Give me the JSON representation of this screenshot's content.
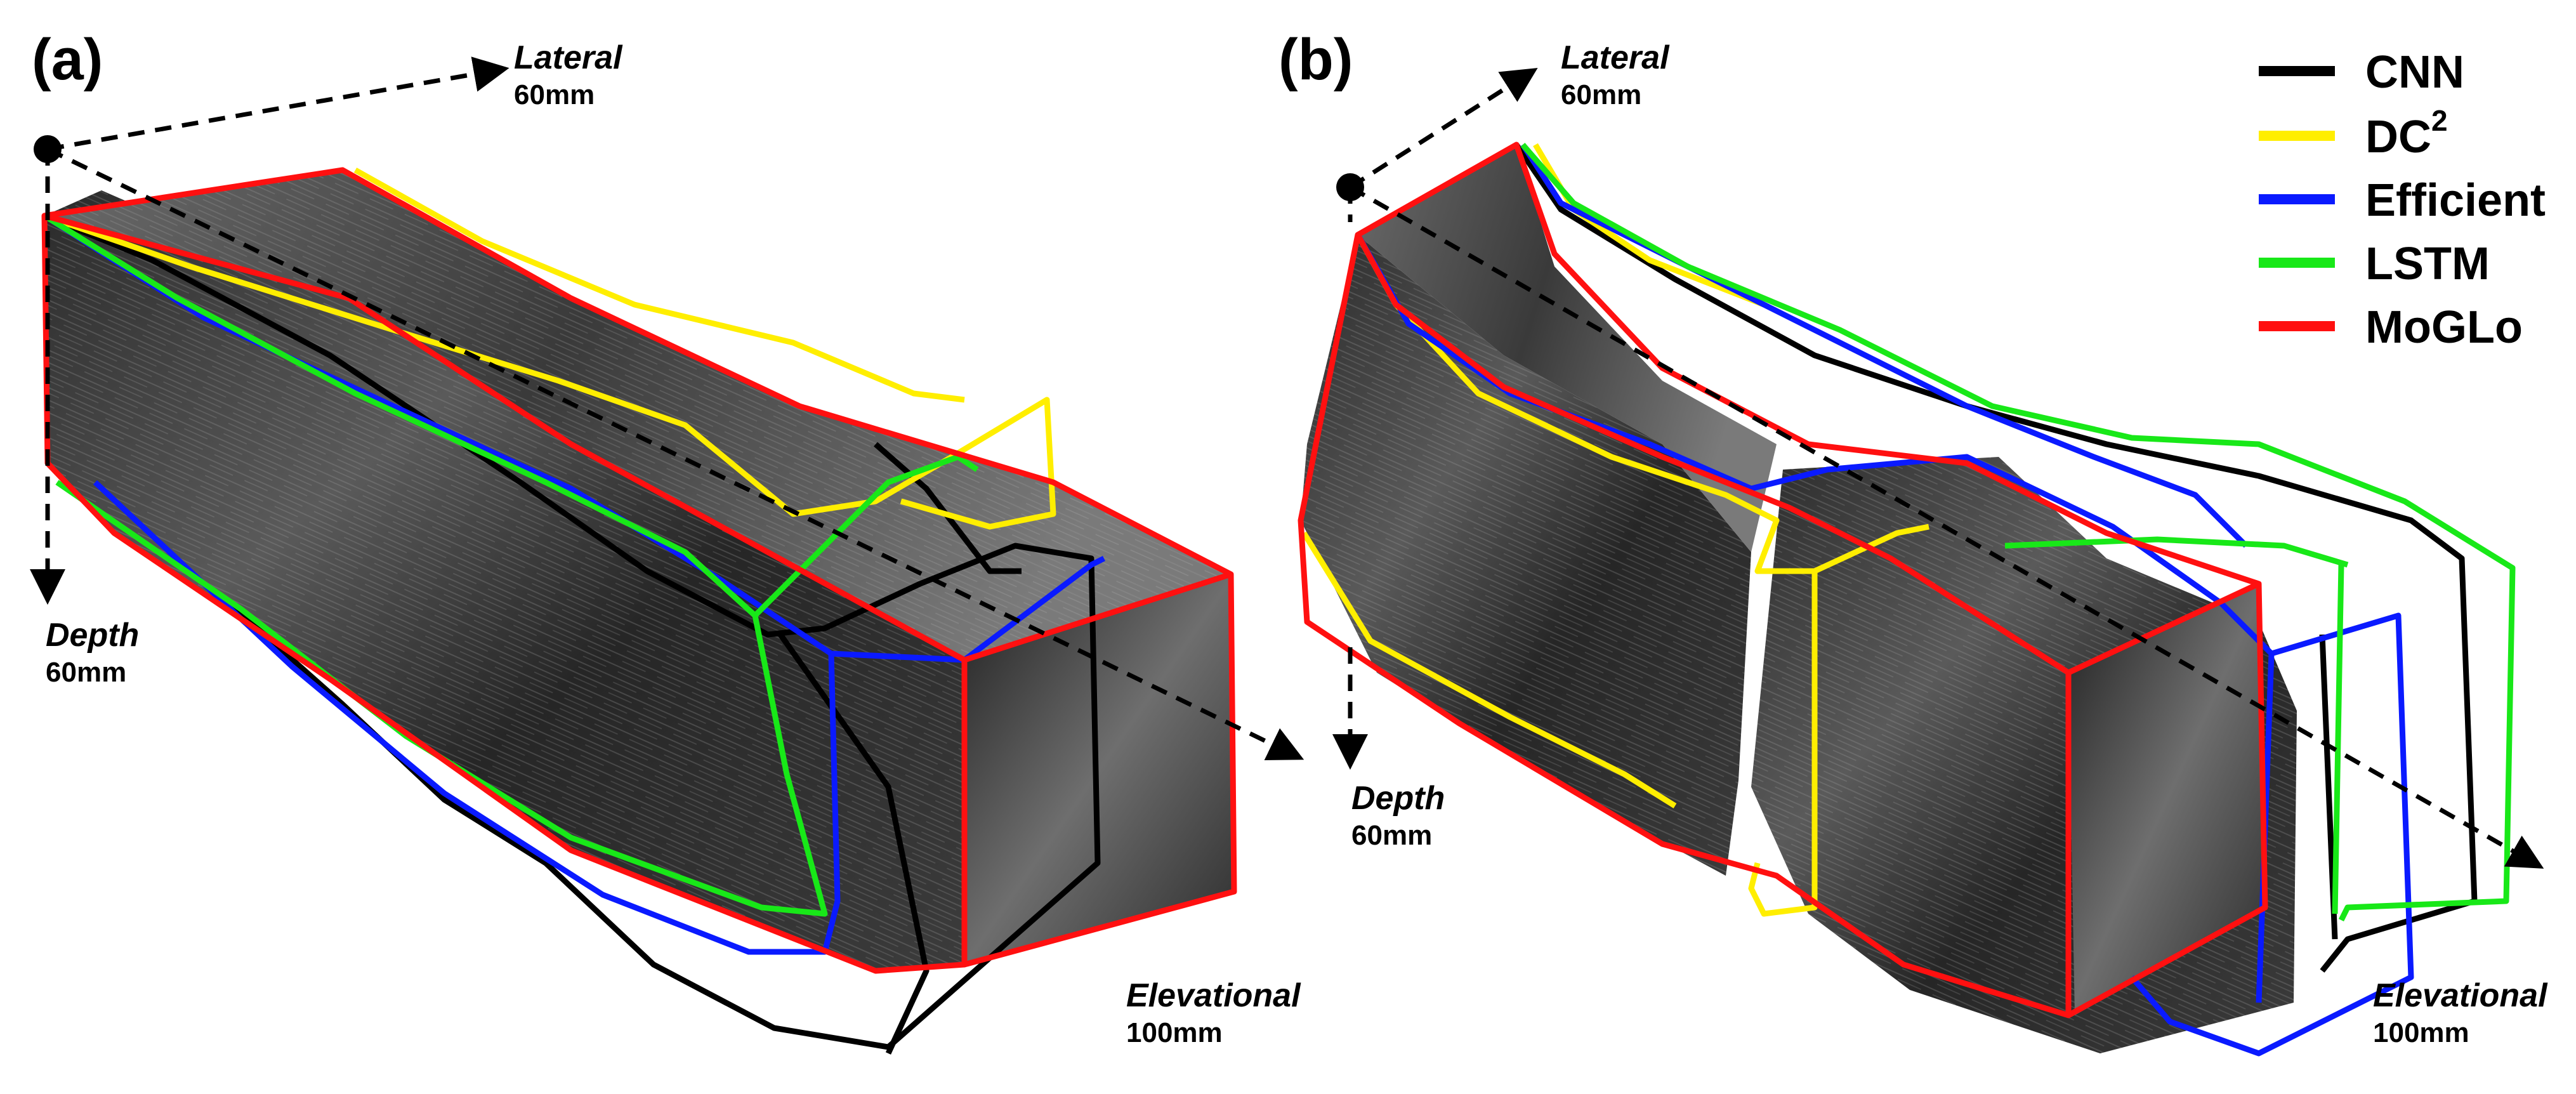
{
  "panels": [
    {
      "label": "(a)",
      "axes": {
        "lateral": {
          "name": "Lateral",
          "size": "60mm"
        },
        "depth": {
          "name": "Depth",
          "size": "60mm"
        },
        "elevational": {
          "name": "Elevational",
          "size": "100mm"
        }
      }
    },
    {
      "label": "(b)",
      "axes": {
        "lateral": {
          "name": "Lateral",
          "size": "60mm"
        },
        "depth": {
          "name": "Depth",
          "size": "60mm"
        },
        "elevational": {
          "name": "Elevational",
          "size": "100mm"
        }
      }
    }
  ],
  "legend": {
    "items": [
      {
        "name": "CNN",
        "color": "#000000"
      },
      {
        "name": "DC",
        "sup": "2",
        "color": "#ffee00"
      },
      {
        "name": "Efficient",
        "color": "#0a1aff"
      },
      {
        "name": "LSTM",
        "color": "#18e818"
      },
      {
        "name": "MoGLo",
        "color": "#ff1010"
      }
    ]
  },
  "colors": {
    "volume_dark": "#1c1c1c",
    "volume_mid": "#4a4a4a",
    "volume_light": "#8a8a8a"
  }
}
